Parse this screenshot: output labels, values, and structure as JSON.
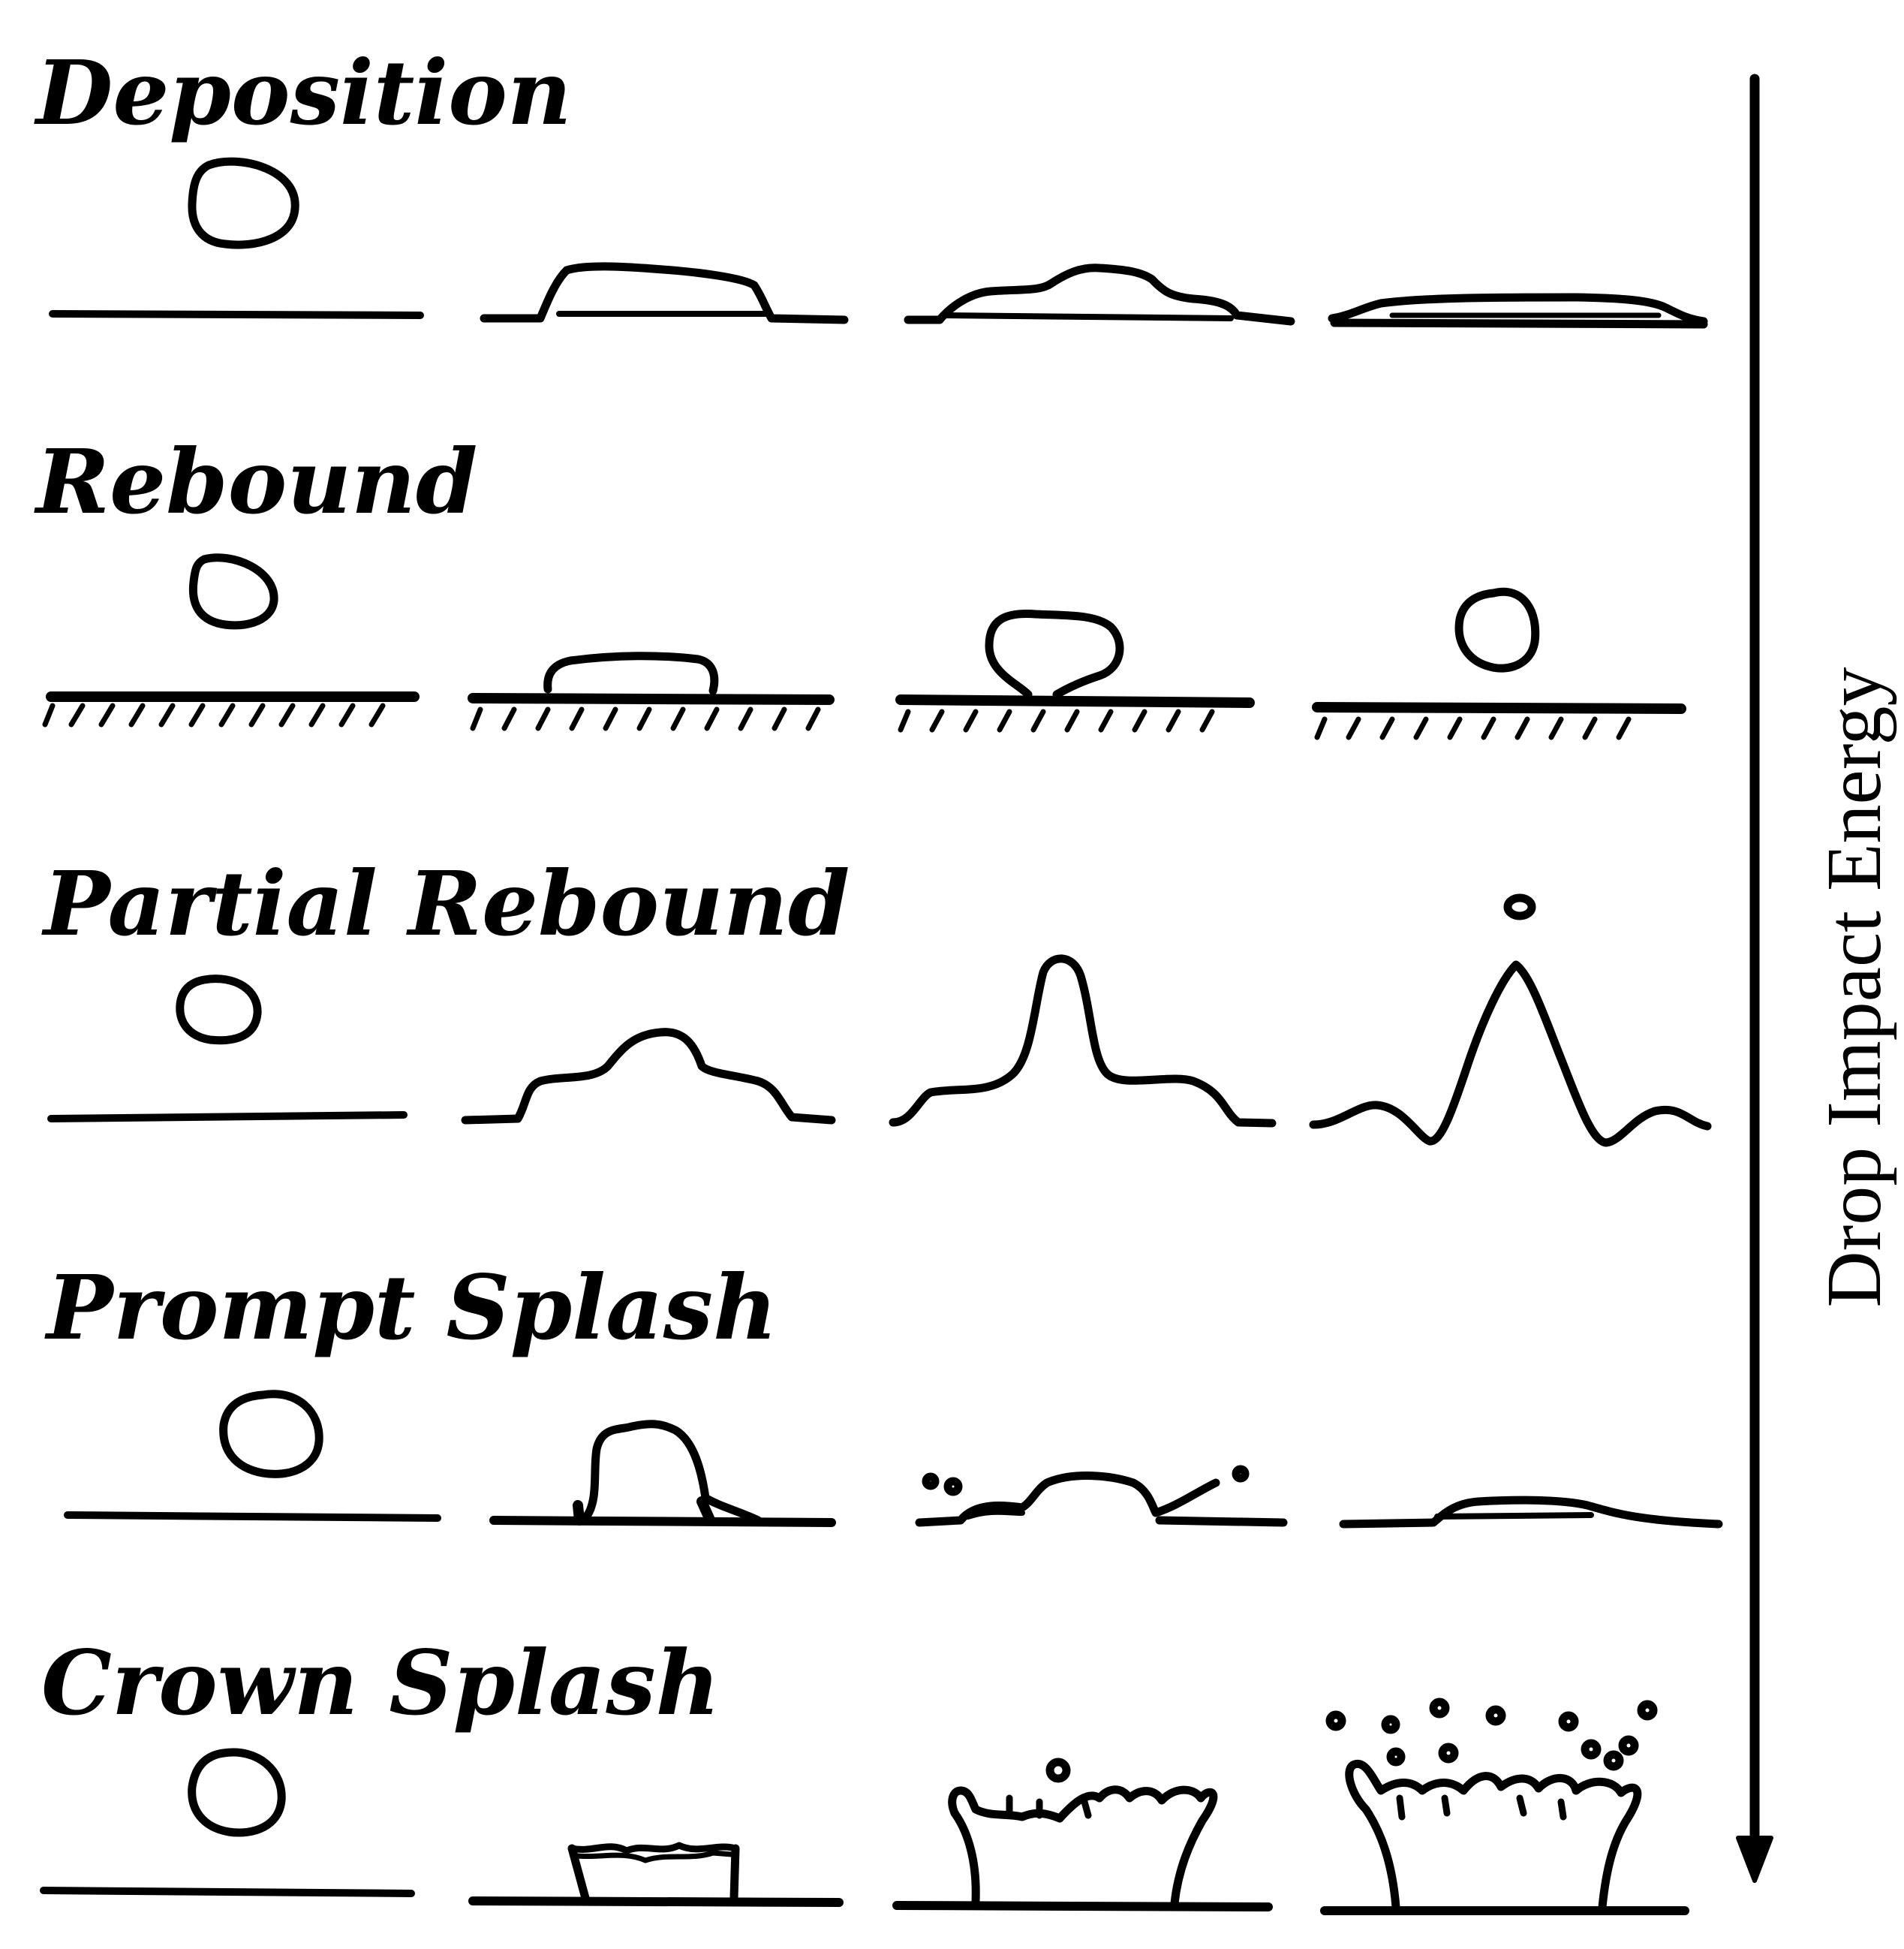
{
  "rows": [
    {
      "title": "Deposition",
      "surface": "smooth",
      "stages": [
        "drop",
        "spread-flat",
        "spread-bulge",
        "spread-thin"
      ]
    },
    {
      "title": "Rebound",
      "surface": "hatched",
      "stages": [
        "drop",
        "spread-flat",
        "retract",
        "rebound-drop"
      ]
    },
    {
      "title": "Partial Rebound",
      "surface": "smooth",
      "stages": [
        "drop",
        "spread-wavy",
        "jet",
        "jet-pinch"
      ]
    },
    {
      "title": "Prompt Splash",
      "surface": "smooth",
      "stages": [
        "drop",
        "dome",
        "splash-droplets",
        "spread-thin"
      ]
    },
    {
      "title": "Crown Splash",
      "surface": "smooth",
      "stages": [
        "drop",
        "crown-low",
        "crown-mid",
        "crown-high"
      ]
    }
  ],
  "axis": {
    "label": "Drop Impact Energy",
    "direction": "down"
  },
  "colors": {
    "ink": "#000000",
    "background": "#ffffff"
  }
}
